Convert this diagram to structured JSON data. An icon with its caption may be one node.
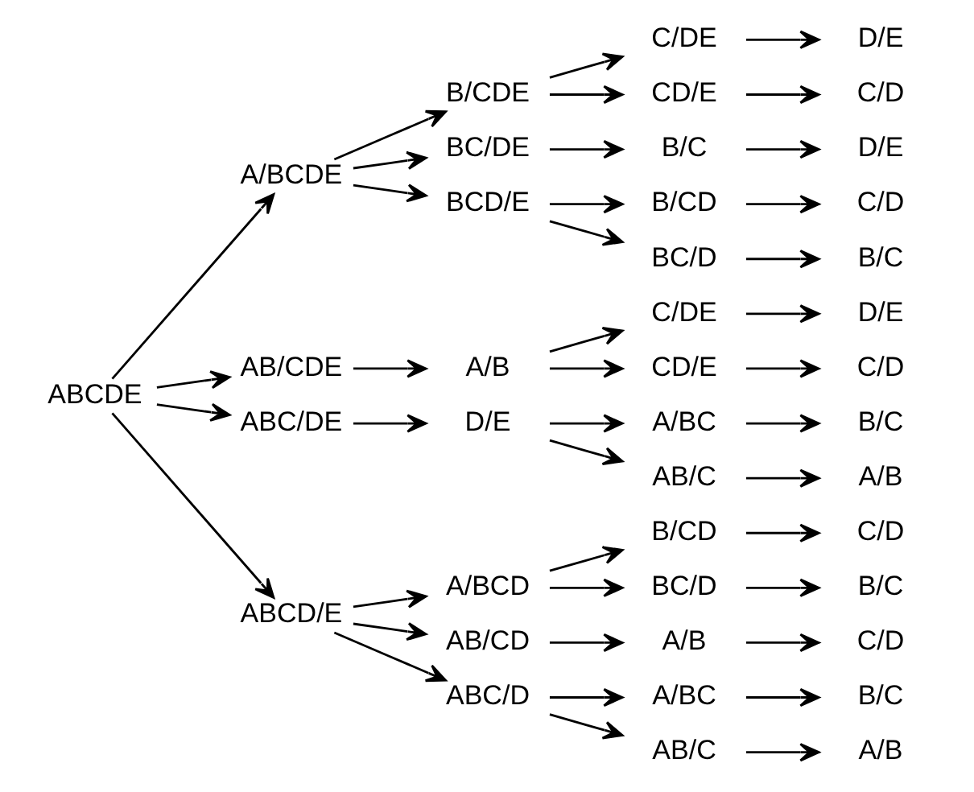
{
  "diagram": {
    "nodes": [
      {
        "text": [
          "ABCDE"
        ]
      },
      {
        "text": [
          "A/BCDE"
        ]
      },
      {
        "text": [
          "B/CDE"
        ]
      },
      {
        "text": [
          "C/DE"
        ]
      },
      {
        "text": [
          "D/E"
        ]
      },
      {
        "text": [
          "CD/E"
        ]
      },
      {
        "text": [
          "C/D"
        ]
      },
      {
        "text": [
          "BC/DE"
        ]
      },
      {
        "text": [
          "B/C"
        ]
      },
      {
        "text": [
          "D/E"
        ]
      },
      {
        "text": [
          "BCD/E"
        ]
      },
      {
        "text": [
          "B/CD"
        ]
      },
      {
        "text": [
          "C/D"
        ]
      },
      {
        "text": [
          "BC/D"
        ]
      },
      {
        "text": [
          "B/C"
        ]
      },
      {
        "text": [
          "AB/CDE"
        ]
      },
      {
        "text": [
          "A/B"
        ]
      },
      {
        "text": [
          "C/DE"
        ]
      },
      {
        "text": [
          "D/E"
        ]
      },
      {
        "text": [
          "CD/E"
        ]
      },
      {
        "text": [
          "C/D"
        ]
      },
      {
        "text": [
          "ABC/DE"
        ]
      },
      {
        "text": [
          "D/E"
        ]
      },
      {
        "text": [
          "A/BC"
        ]
      },
      {
        "text": [
          "B/C"
        ]
      },
      {
        "text": [
          "AB/C"
        ]
      },
      {
        "text": [
          "A/B"
        ]
      },
      {
        "text": [
          "ABCD/E"
        ]
      },
      {
        "text": [
          "A/BCD"
        ]
      },
      {
        "text": [
          "B/CD"
        ]
      },
      {
        "text": [
          "C/D"
        ]
      },
      {
        "text": [
          "BC/D"
        ]
      },
      {
        "text": [
          "B/C"
        ]
      },
      {
        "text": [
          "AB/CD"
        ]
      },
      {
        "text": [
          "A/B"
        ]
      },
      {
        "text": [
          "C/D"
        ]
      },
      {
        "text": [
          "ABC/D"
        ]
      },
      {
        "text": [
          "A/BC"
        ]
      },
      {
        "text": [
          "B/C"
        ]
      },
      {
        "text": [
          "AB/C"
        ]
      },
      {
        "text": [
          "A/B"
        ]
      }
    ],
    "edges": [
      {
        "from": 0,
        "to": 1,
        "arrow": "to"
      },
      {
        "from": 1,
        "to": 2,
        "arrow": "to"
      },
      {
        "from": 2,
        "to": 3,
        "arrow": "to"
      },
      {
        "from": 3,
        "to": 4,
        "arrow": "to"
      },
      {
        "from": 2,
        "to": 5,
        "arrow": "to"
      },
      {
        "from": 5,
        "to": 6,
        "arrow": "to"
      },
      {
        "from": 1,
        "to": 7,
        "arrow": "to"
      },
      {
        "from": 7,
        "to": 8,
        "arrow": "to"
      },
      {
        "from": 8,
        "to": 9,
        "arrow": "to"
      },
      {
        "from": 1,
        "to": 10,
        "arrow": "to"
      },
      {
        "from": 10,
        "to": 11,
        "arrow": "to"
      },
      {
        "from": 11,
        "to": 12,
        "arrow": "to"
      },
      {
        "from": 10,
        "to": 13,
        "arrow": "to"
      },
      {
        "from": 13,
        "to": 14,
        "arrow": "to"
      },
      {
        "from": 0,
        "to": 15,
        "arrow": "to"
      },
      {
        "from": 15,
        "to": 16,
        "arrow": "to"
      },
      {
        "from": 16,
        "to": 17,
        "arrow": "to"
      },
      {
        "from": 17,
        "to": 18,
        "arrow": "to"
      },
      {
        "from": 16,
        "to": 19,
        "arrow": "to"
      },
      {
        "from": 19,
        "to": 20,
        "arrow": "to"
      },
      {
        "from": 0,
        "to": 21,
        "arrow": "to"
      },
      {
        "from": 21,
        "to": 22,
        "arrow": "to"
      },
      {
        "from": 22,
        "to": 23,
        "arrow": "to"
      },
      {
        "from": 23,
        "to": 24,
        "arrow": "to"
      },
      {
        "from": 22,
        "to": 25,
        "arrow": "to"
      },
      {
        "from": 25,
        "to": 26,
        "arrow": "to"
      },
      {
        "from": 0,
        "to": 27,
        "arrow": "to"
      },
      {
        "from": 27,
        "to": 28,
        "arrow": "to"
      },
      {
        "from": 28,
        "to": 29,
        "arrow": "to"
      },
      {
        "from": 29,
        "to": 30,
        "arrow": "to"
      },
      {
        "from": 28,
        "to": 31,
        "arrow": "to"
      },
      {
        "from": 31,
        "to": 32,
        "arrow": "to"
      },
      {
        "from": 27,
        "to": 33,
        "arrow": "to"
      },
      {
        "from": 33,
        "to": 34,
        "arrow": "to"
      },
      {
        "from": 34,
        "to": 35,
        "arrow": "to"
      },
      {
        "from": 27,
        "to": 36,
        "arrow": "to"
      },
      {
        "from": 36,
        "to": 37,
        "arrow": "to"
      },
      {
        "from": 37,
        "to": 38,
        "arrow": "to"
      },
      {
        "from": 36,
        "to": 39,
        "arrow": "to"
      },
      {
        "from": 39,
        "to": 40,
        "arrow": "to"
      }
    ]
  }
}
